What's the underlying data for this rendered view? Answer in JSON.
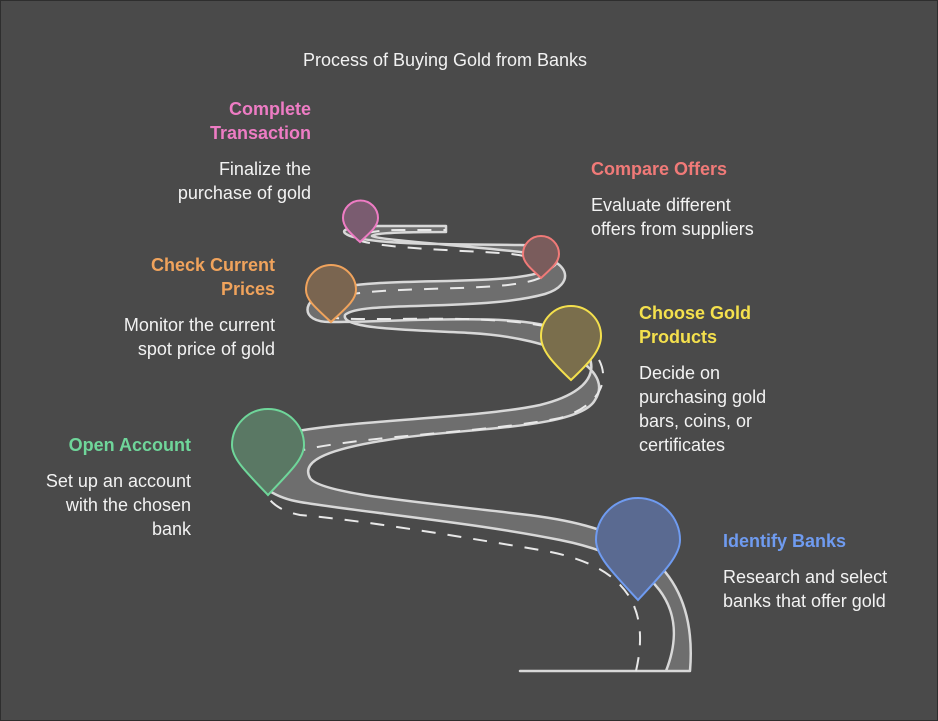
{
  "title": "Process of Buying Gold from Banks",
  "steps": [
    {
      "key": "identify",
      "title": "Identify Banks",
      "desc_lines": [
        "Research and select",
        "banks that offer gold"
      ],
      "color": "#6f9bf0"
    },
    {
      "key": "open",
      "title": "Open Account",
      "desc_lines": [
        "Set up an account",
        "with the chosen",
        "bank"
      ],
      "color": "#6fd69a"
    },
    {
      "key": "choose",
      "title_lines": [
        "Choose Gold",
        "Products"
      ],
      "desc_lines": [
        "Decide on",
        "purchasing gold",
        "bars, coins, or",
        "certificates"
      ],
      "color": "#f4e04d"
    },
    {
      "key": "check",
      "title_lines": [
        "Check Current",
        "Prices"
      ],
      "desc_lines": [
        "Monitor the current",
        "spot price of gold"
      ],
      "color": "#f0a35c"
    },
    {
      "key": "compare",
      "title": "Compare Offers",
      "desc_lines": [
        "Evaluate different",
        "offers from suppliers"
      ],
      "color": "#f07a78"
    },
    {
      "key": "complete",
      "title_lines": [
        "Complete",
        "Transaction"
      ],
      "desc_lines": [
        "Finalize the",
        "purchase of gold"
      ],
      "color": "#ee7cc4"
    }
  ]
}
